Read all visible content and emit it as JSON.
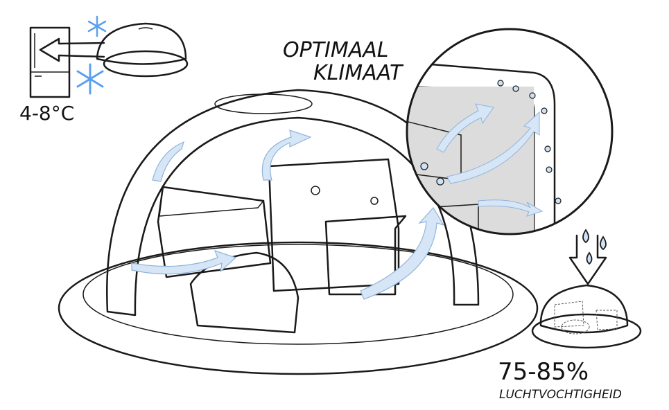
{
  "fridge_section": {
    "temperature_label": "4-8°C"
  },
  "heading": {
    "line1": "OPTIMAAL",
    "line2": "KLIMAAT"
  },
  "humidity_section": {
    "value_label": "75-85%",
    "caption": "LUCHTVOCHTIGHEID"
  },
  "colors": {
    "ink": "#1a1a1a",
    "snowflake": "#5aa0f0",
    "airflow": "#d6e6f7",
    "dome": "#e4e4e4",
    "cheese": "#f0dc9a",
    "droplet": "#cfe2f5"
  },
  "icons": [
    "fridge-icon",
    "snowflake-icon",
    "arrow-left-icon",
    "dome-icon",
    "droplet-icon",
    "arrow-down-icon",
    "magnifier-circle"
  ]
}
